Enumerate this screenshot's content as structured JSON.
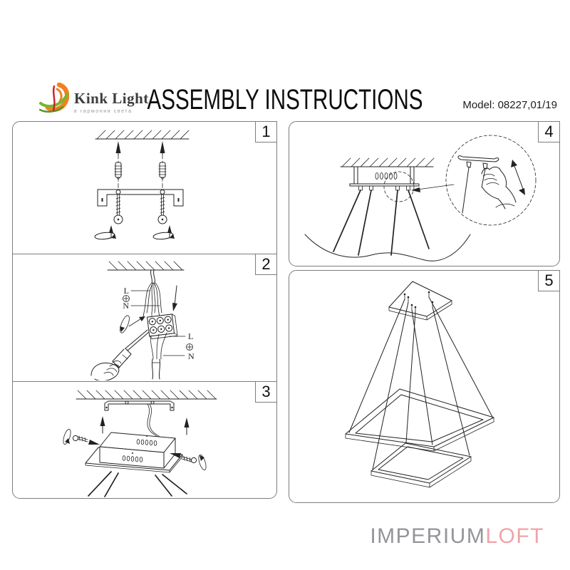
{
  "header": {
    "brand": {
      "name": "Kink Light",
      "tagline": "в гармонии света"
    },
    "title": "ASSEMBLY INSTRUCTIONS",
    "model": "Model: 08227,01/19"
  },
  "steps": [
    {
      "number": "1"
    },
    {
      "number": "2",
      "labels": {
        "live": "L",
        "neutral": "N"
      }
    },
    {
      "number": "3"
    },
    {
      "number": "4"
    },
    {
      "number": "5"
    }
  ],
  "watermark": {
    "primary": "IMPERIUM",
    "accent": "LOFT"
  },
  "colors": {
    "logoOrange": "#ef8220",
    "logoGreen": "#7ab42d",
    "logoRed": "#cc2127",
    "watermarkGray": "#94949a",
    "watermarkPink": "#f0a3a9",
    "lineColor": "#222222",
    "panelBorder": "#7d7d7d"
  }
}
